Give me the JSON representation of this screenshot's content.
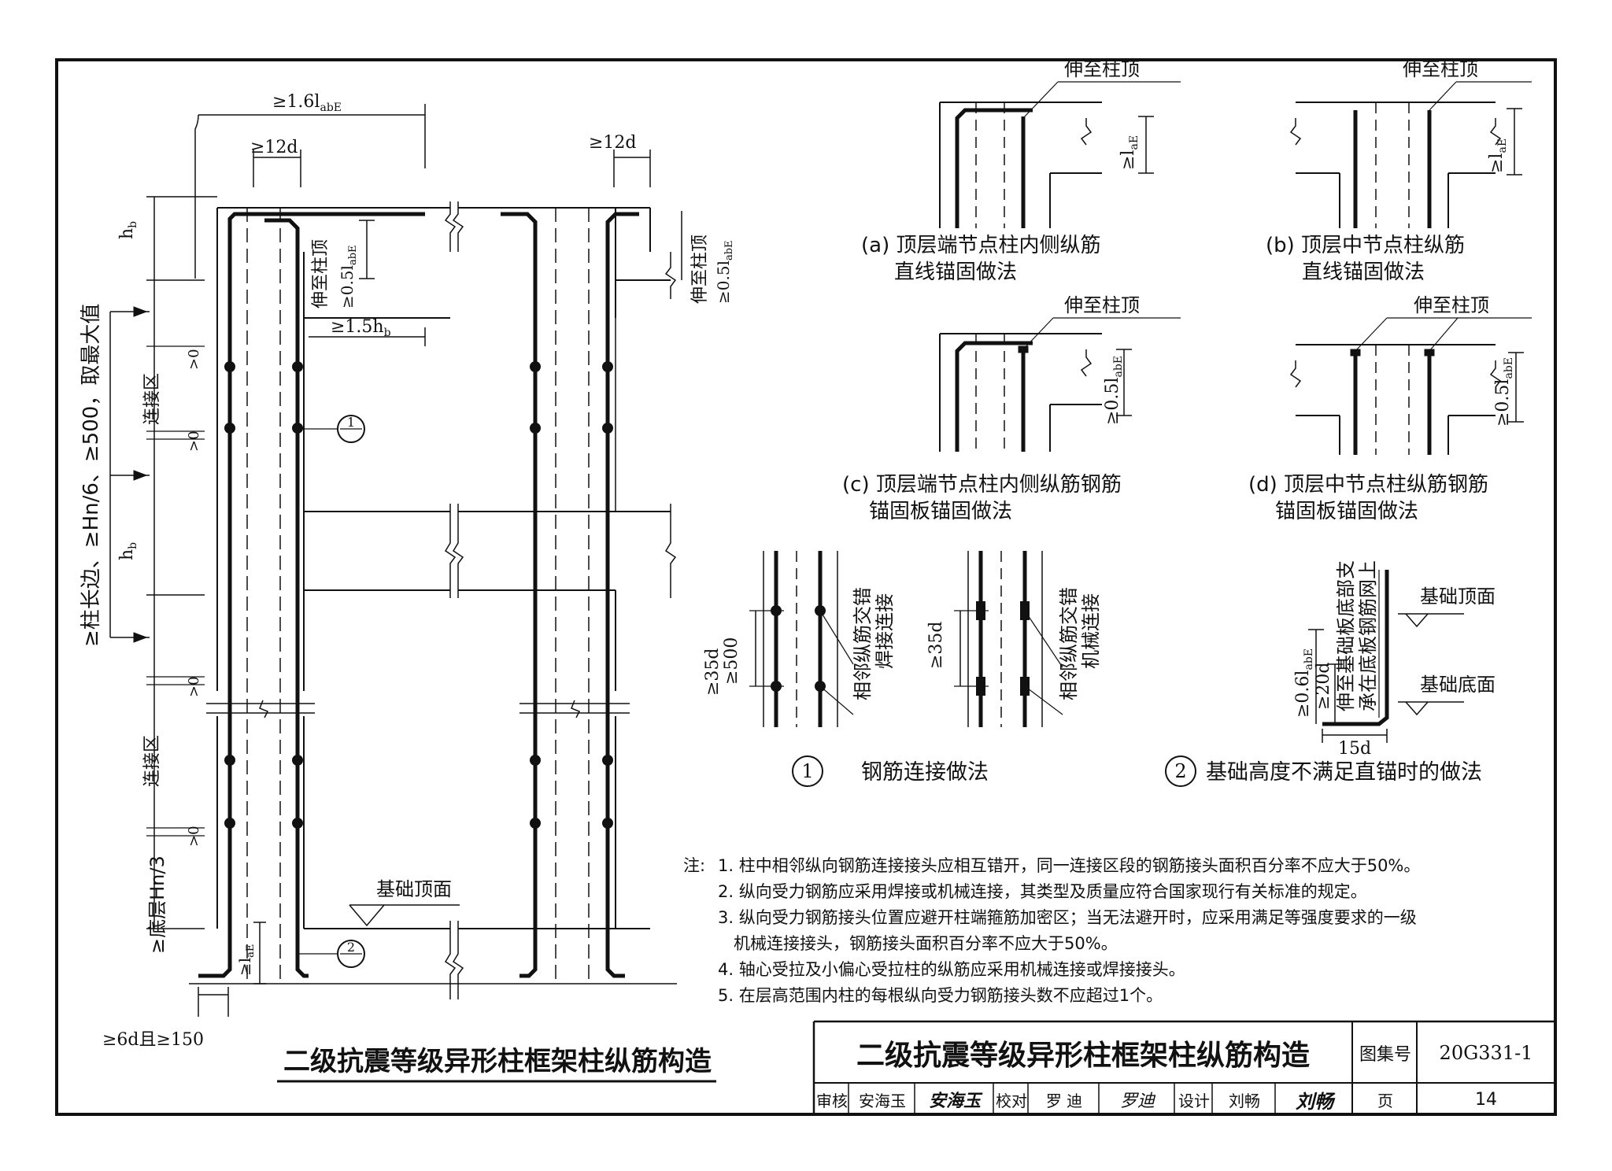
{
  "main_diagram": {
    "dim_16labe": "≥1.6l",
    "dim_16labe_sub": "abE",
    "dim_12d_left": "≥12d",
    "dim_12d_right": "≥12d",
    "hb_top": "h",
    "hb_sub": "b",
    "hb_mid": "h",
    "hb_mid_sub": "b",
    "stretch_top_left": "伸至柱顶",
    "stretch_05labe_left": "≥0.5l",
    "labe_sub": "abE",
    "stretch_top_right": "伸至柱顶",
    "stretch_05labe_right": "≥0.5l",
    "dim_15hb": "≥1.5h",
    "left_dim_long": "≥柱长边、≥Hn/6、≥500，取最大值",
    "connection_zone_top": "连接区",
    "connection_zone_bottom": "连接区",
    "gt0": ">0",
    "bottom_hn3": "≥底层Hn/3",
    "foundation_top": "基础顶面",
    "lae": "≥l",
    "lae_sub": "aE",
    "bottom_6d": "≥6d且≥150",
    "marker_1": "1",
    "marker_2": "2"
  },
  "details": {
    "a_label_top": "伸至柱顶",
    "a_lae": "≥l",
    "a_caption_1": "(a) 顶层端节点柱内侧纵筋",
    "a_caption_2": "直线锚固做法",
    "b_label_top": "伸至柱顶",
    "b_lae": "≥l",
    "b_caption_1": "(b) 顶层中节点柱纵筋",
    "b_caption_2": "直线锚固做法",
    "c_label_top": "伸至柱顶",
    "c_labe": "≥0.5l",
    "c_caption_1": "(c) 顶层端节点柱内侧纵筋钢筋",
    "c_caption_2": "锚固板锚固做法",
    "d_label_top": "伸至柱顶",
    "d_labe": "≥0.5l",
    "d_caption_1": "(d) 顶层中节点柱纵筋钢筋",
    "d_caption_2": "锚固板锚固做法",
    "weld_dim1": "≥35d",
    "weld_dim2": "≥500",
    "weld_label_1": "相邻纵筋交错",
    "weld_label_2": "焊接连接",
    "mech_dim": "≥35d",
    "mech_label_1": "相邻纵筋交错",
    "mech_label_2": "机械连接",
    "caption_1_num": "1",
    "caption_1": "钢筋连接做法",
    "f_label_1": "伸至基础板底部支",
    "f_label_2": "承在底板钢筋网上",
    "f_top": "基础顶面",
    "f_bottom": "基础底面",
    "f_06labe": "≥0.6l",
    "f_20d": "≥20d",
    "f_15d": "15d",
    "caption_2_num": "2",
    "caption_2": "基础高度不满足直锚时的做法"
  },
  "notes": {
    "prefix": "注:",
    "items": [
      "1. 柱中相邻纵向钢筋连接接头应相互错开，同一连接区段的钢筋接头面积百分率不应大于50%。",
      "2. 纵向受力钢筋应采用焊接或机械连接，其类型及质量应符合国家现行有关标准的规定。",
      "3. 纵向受力钢筋接头位置应避开柱端箍筋加密区；当无法避开时，应采用满足等强度要求的一级",
      "   机械连接接头，钢筋接头面积百分率不应大于50%。",
      "4. 轴心受拉及小偏心受拉柱的纵筋应采用机械连接或焊接接头。",
      "5. 在层高范围内柱的每根纵向受力钢筋接头数不应超过1个。"
    ]
  },
  "title_block": {
    "drawing_title": "二级抗震等级异形柱框架柱纵筋构造",
    "sheet_title": "二级抗震等级异形柱框架柱纵筋构造",
    "atlas_label": "图集号",
    "atlas_no": "20G331-1",
    "review_label": "审核",
    "review_name": "安海玉",
    "review_sign": "安海玉",
    "check_label": "校对",
    "check_name": "罗 迪",
    "check_sign": "罗迪",
    "design_label": "设计",
    "design_name": "刘畅",
    "design_sign": "刘畅",
    "page_label": "页",
    "page_no": "14"
  }
}
